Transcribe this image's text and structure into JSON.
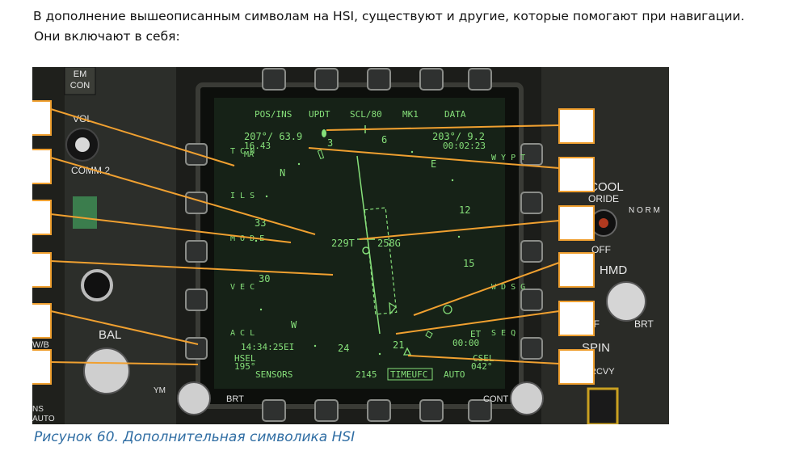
{
  "intro_text": "В дополнение вышеописанным символам на HSI, существуют и другие, которые помогают при навигации. Они включают в себя:",
  "caption": "Рисунок 60. Дополнительная символика HSI",
  "cockpit_labels": {
    "em_con_1": "EM",
    "em_con_2": "CON",
    "vol": "VOL",
    "comm2": "COMM 2",
    "bal": "BAL",
    "wb": "W/B",
    "ns_auto_1": "NS",
    "ns_auto_2": "AUTO",
    "ir_cool": "IR COOL",
    "oride": "ORIDE",
    "norm": "N O R M",
    "off_right": "OFF",
    "hmd": "HMD",
    "hmd_off": "OFF",
    "brt_right": "BRT",
    "spin": "SPIN",
    "rcvy": "RCVY",
    "brt_knob": "BRT",
    "cont_knob": "CONT",
    "ym": "YM"
  },
  "hsi": {
    "top_options": [
      "POS/INS",
      "UPDT",
      "SCL/80",
      "MK1",
      "DATA"
    ],
    "left_options_vertical": [
      "T C N",
      "I L S",
      "M O D E",
      "V E C",
      "A C L"
    ],
    "right_options_vertical": [
      "W Y P T",
      "W D S G",
      "S E Q"
    ],
    "top_left_bearing": "207°/ 63.9",
    "top_left_time": "16.43",
    "top_left_ma": "MA",
    "top_right_bearing": "203°/  9.2",
    "top_right_time": "00:02:23",
    "heading_box": "229T",
    "ground_speed": "258G",
    "clock": "14:34:25EI",
    "hsel_label": "HSEL",
    "hsel_value": "195°",
    "csel_label": "CSEL",
    "csel_value": "042°",
    "et_label": "ET",
    "et_value": "00:00",
    "bottom_options": [
      "SENSORS",
      "2145",
      "TIMEUFC",
      "AUTO"
    ],
    "compass_labels": [
      "N",
      "3",
      "6",
      "E",
      "12",
      "15",
      "21",
      "24",
      "W",
      "30",
      "33"
    ]
  }
}
